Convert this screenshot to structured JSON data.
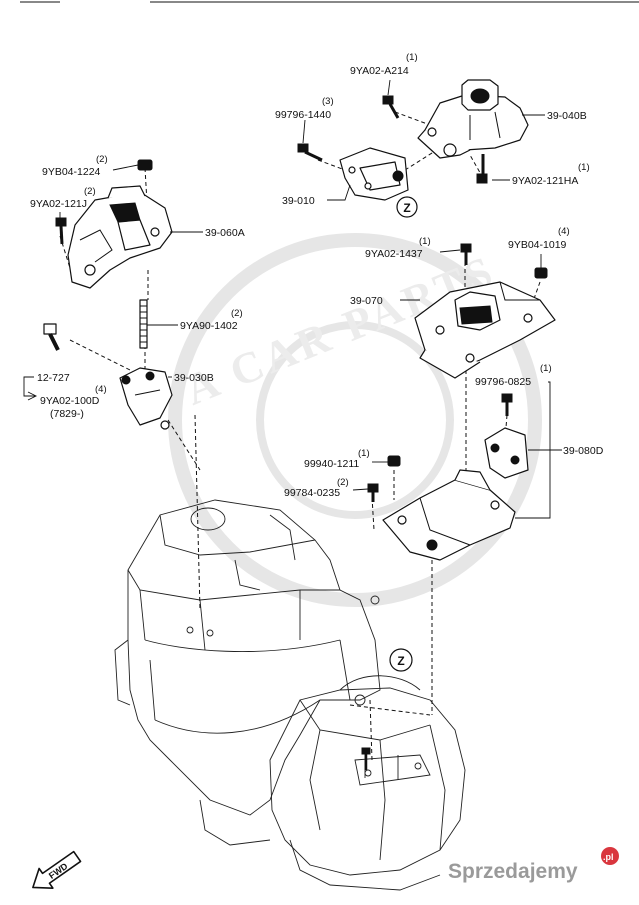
{
  "diagram": {
    "view_label": "Z",
    "forward_label": "FWD",
    "branding": {
      "site": "Sprzedajemy",
      "suffix": ".pl"
    },
    "watermark": "A CAR PARTS",
    "parts": [
      {
        "id": "p1",
        "number": "9YA02-A214",
        "qty": "(1)"
      },
      {
        "id": "p2",
        "number": "99796-1440",
        "qty": "(3)"
      },
      {
        "id": "p3",
        "number": "39-040B",
        "qty": ""
      },
      {
        "id": "p4",
        "number": "9YA02-121HA",
        "qty": "(1)"
      },
      {
        "id": "p5",
        "number": "39-010",
        "qty": ""
      },
      {
        "id": "p6",
        "number": "9YB04-1224",
        "qty": "(2)"
      },
      {
        "id": "p7",
        "number": "9YA02-121J",
        "qty": "(2)"
      },
      {
        "id": "p8",
        "number": "39-060A",
        "qty": ""
      },
      {
        "id": "p9",
        "number": "9YA02-1437",
        "qty": "(1)"
      },
      {
        "id": "p10",
        "number": "9YB04-1019",
        "qty": "(4)"
      },
      {
        "id": "p11",
        "number": "39-070",
        "qty": ""
      },
      {
        "id": "p12",
        "number": "9YA90-1402",
        "qty": "(2)"
      },
      {
        "id": "p13",
        "number": "39-030B",
        "qty": ""
      },
      {
        "id": "p14",
        "number": "12-727",
        "qty": ""
      },
      {
        "id": "p15",
        "number": "9YA02-100D",
        "qty": "(4)"
      },
      {
        "id": "p16",
        "number": "(7829-)",
        "qty": ""
      },
      {
        "id": "p17",
        "number": "99796-0825",
        "qty": "(1)"
      },
      {
        "id": "p18",
        "number": "39-080D",
        "qty": ""
      },
      {
        "id": "p19",
        "number": "99940-1211",
        "qty": "(1)"
      },
      {
        "id": "p20",
        "number": "99784-0235",
        "qty": "(2)"
      }
    ]
  }
}
